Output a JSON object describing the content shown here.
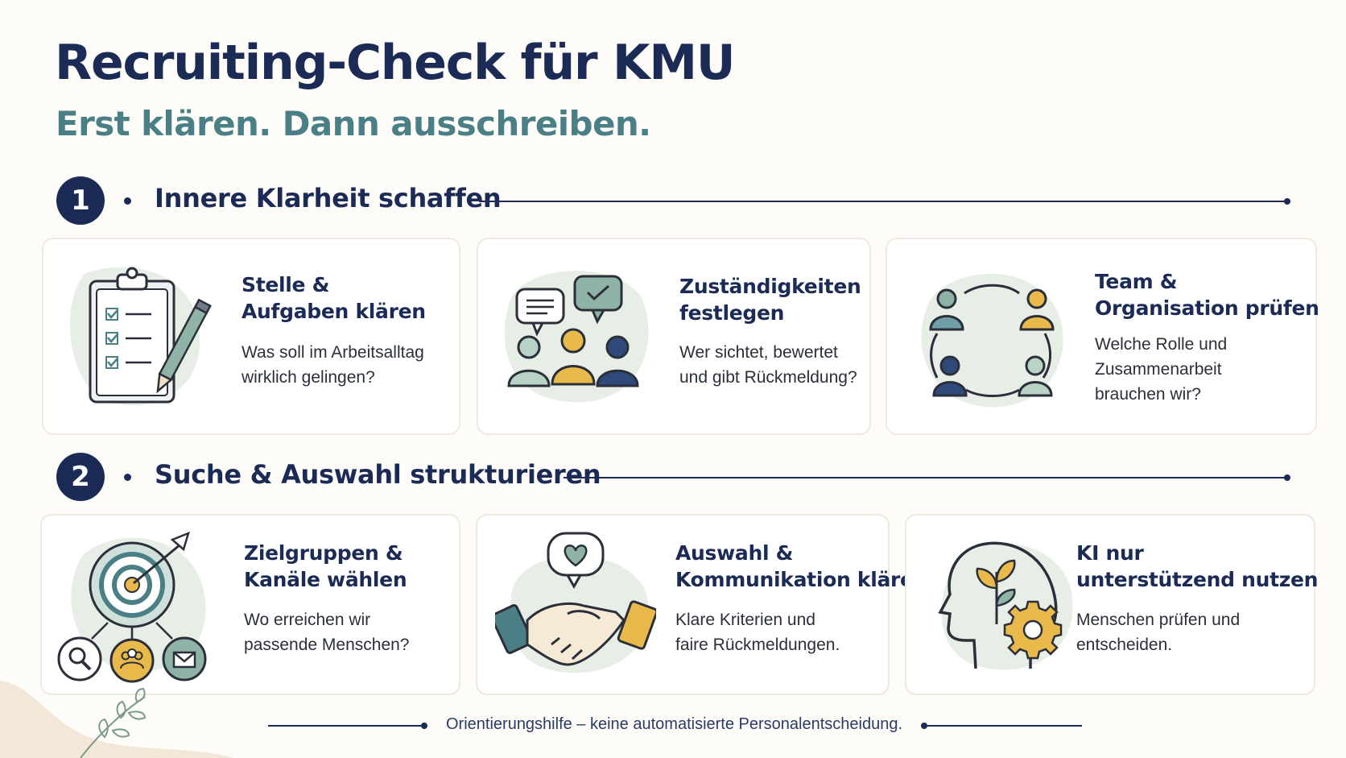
{
  "header": {
    "title": "Recruiting-Check für KMU",
    "subtitle": "Erst klären. Dann ausschreiben."
  },
  "sections": [
    {
      "number": "1",
      "title": "Innere Klarheit schaffen",
      "cards": [
        {
          "icon": "clipboard-checklist-icon",
          "title_lines": [
            "Stelle &",
            "Aufgaben klären"
          ],
          "text_lines": [
            "Was soll im Arbeitsalltag",
            "wirklich gelingen?"
          ]
        },
        {
          "icon": "people-chat-icon",
          "title_lines": [
            "Zuständigkeiten",
            "festlegen"
          ],
          "text_lines": [
            "Wer sichtet, bewertet",
            "und gibt Rückmeldung?"
          ]
        },
        {
          "icon": "team-circle-icon",
          "title_lines": [
            "Team &",
            "Organisation prüfen"
          ],
          "text_lines": [
            "Welche Rolle und",
            "Zusammenarbeit",
            "brauchen wir?"
          ]
        }
      ]
    },
    {
      "number": "2",
      "title": "Suche & Auswahl strukturieren",
      "cards": [
        {
          "icon": "target-channels-icon",
          "title_lines": [
            "Zielgruppen &",
            "Kanäle wählen"
          ],
          "text_lines": [
            "Wo erreichen wir",
            "passende Menschen?"
          ]
        },
        {
          "icon": "handshake-heart-icon",
          "title_lines": [
            "Auswahl &",
            "Kommunikation klären"
          ],
          "text_lines": [
            "Klare Kriterien und",
            "faire Rückmeldungen."
          ]
        },
        {
          "icon": "head-gear-plant-icon",
          "title_lines": [
            "KI nur",
            "unterstützend nutzen"
          ],
          "text_lines": [
            "Menschen prüfen und",
            "entscheiden."
          ]
        }
      ]
    }
  ],
  "footer": {
    "text": "Orientierungshilfe – keine automatisierte Personalentscheidung."
  },
  "colors": {
    "navy": "#1b2b55",
    "teal": "#4b7f86",
    "sage": "#8fb3a6",
    "mustard": "#e9b94c",
    "blob": "#e6eee6",
    "background": "#fdfcf9"
  }
}
